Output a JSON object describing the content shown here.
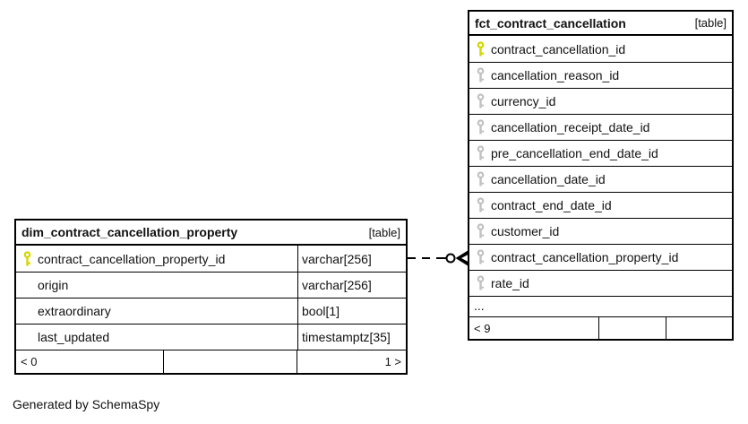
{
  "credit": "Generated by SchemaSpy",
  "colors": {
    "primary_key": "#d6d600",
    "foreign_key": "#c2c2c2",
    "border": "#000000",
    "background": "#ffffff"
  },
  "relationship": {
    "type": "zero-or-one-to-many",
    "from_table": "dim_contract_cancellation_property",
    "from_column": "contract_cancellation_property_id",
    "to_table": "fct_contract_cancellation",
    "to_column": "contract_cancellation_property_id",
    "line_style": "dashed"
  },
  "tables": {
    "fct": {
      "title": "fct_contract_cancellation",
      "tag": "[table]",
      "rows": [
        {
          "name": "contract_cancellation_id",
          "key": "primary"
        },
        {
          "name": "cancellation_reason_id",
          "key": "foreign"
        },
        {
          "name": "currency_id",
          "key": "foreign"
        },
        {
          "name": "cancellation_receipt_date_id",
          "key": "foreign"
        },
        {
          "name": "pre_cancellation_end_date_id",
          "key": "foreign"
        },
        {
          "name": "cancellation_date_id",
          "key": "foreign"
        },
        {
          "name": "contract_end_date_id",
          "key": "foreign"
        },
        {
          "name": "customer_id",
          "key": "foreign"
        },
        {
          "name": "contract_cancellation_property_id",
          "key": "foreign"
        },
        {
          "name": "rate_id",
          "key": "foreign"
        }
      ],
      "ellipsis": "...",
      "footer": {
        "left": "< 9",
        "mid": "",
        "right": ""
      }
    },
    "dim": {
      "title": "dim_contract_cancellation_property",
      "tag": "[table]",
      "rows": [
        {
          "name": "contract_cancellation_property_id",
          "type": "varchar[256]",
          "key": "primary"
        },
        {
          "name": "origin",
          "type": "varchar[256]",
          "key": "none"
        },
        {
          "name": "extraordinary",
          "type": "bool[1]",
          "key": "none"
        },
        {
          "name": "last_updated",
          "type": "timestamptz[35]",
          "key": "none"
        }
      ],
      "footer": {
        "left": "< 0",
        "mid": "",
        "right": "1 >"
      }
    }
  }
}
